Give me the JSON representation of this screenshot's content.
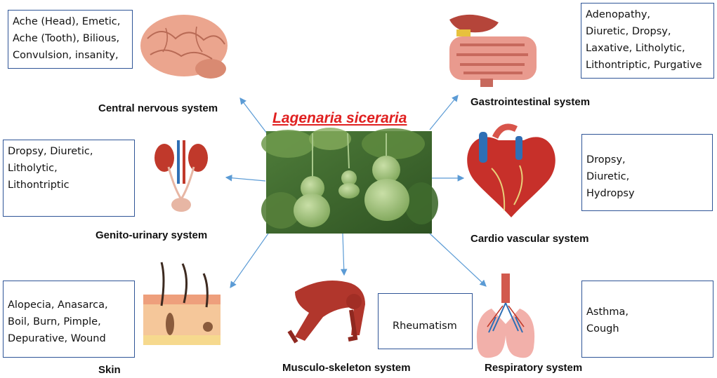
{
  "title": "Lagenaria siceraria",
  "systems": [
    {
      "label": "Central nervous system",
      "effects": [
        "Ache (Head), Emetic,",
        "Ache (Tooth), Bilious,",
        "Convulsion, insanity,"
      ],
      "icon": "brain-icon"
    },
    {
      "label": "Gastrointestinal system",
      "effects": [
        "Adenopathy,",
        "Diuretic,  Dropsy,",
        "Laxative, Litholytic,",
        "Lithontriptic, Purgative"
      ],
      "icon": "intestine-icon"
    },
    {
      "label": "Genito-urinary system",
      "effects": [
        "Dropsy, Diuretic,",
        "Litholytic,",
        "Lithontriptic"
      ],
      "icon": "kidney-icon"
    },
    {
      "label": "Cardio vascular system",
      "effects": [
        "Dropsy,",
        "Diuretic,",
        "Hydropsy"
      ],
      "icon": "heart-icon"
    },
    {
      "label": "Skin",
      "effects": [
        "Alopecia, Anasarca,",
        "Boil, Burn, Pimple,",
        "Depurative, Wound"
      ],
      "icon": "skin-icon"
    },
    {
      "label": "Musculo-skeleton system",
      "effects": [
        "Rheumatism"
      ],
      "icon": "muscle-figure-icon"
    },
    {
      "label": "Respiratory system",
      "effects": [
        "Asthma,",
        "Cough"
      ],
      "icon": "lungs-icon"
    }
  ],
  "colors": {
    "title": "#e02020",
    "arrow": "#5b9bd5",
    "box_border": "#2f5597"
  }
}
